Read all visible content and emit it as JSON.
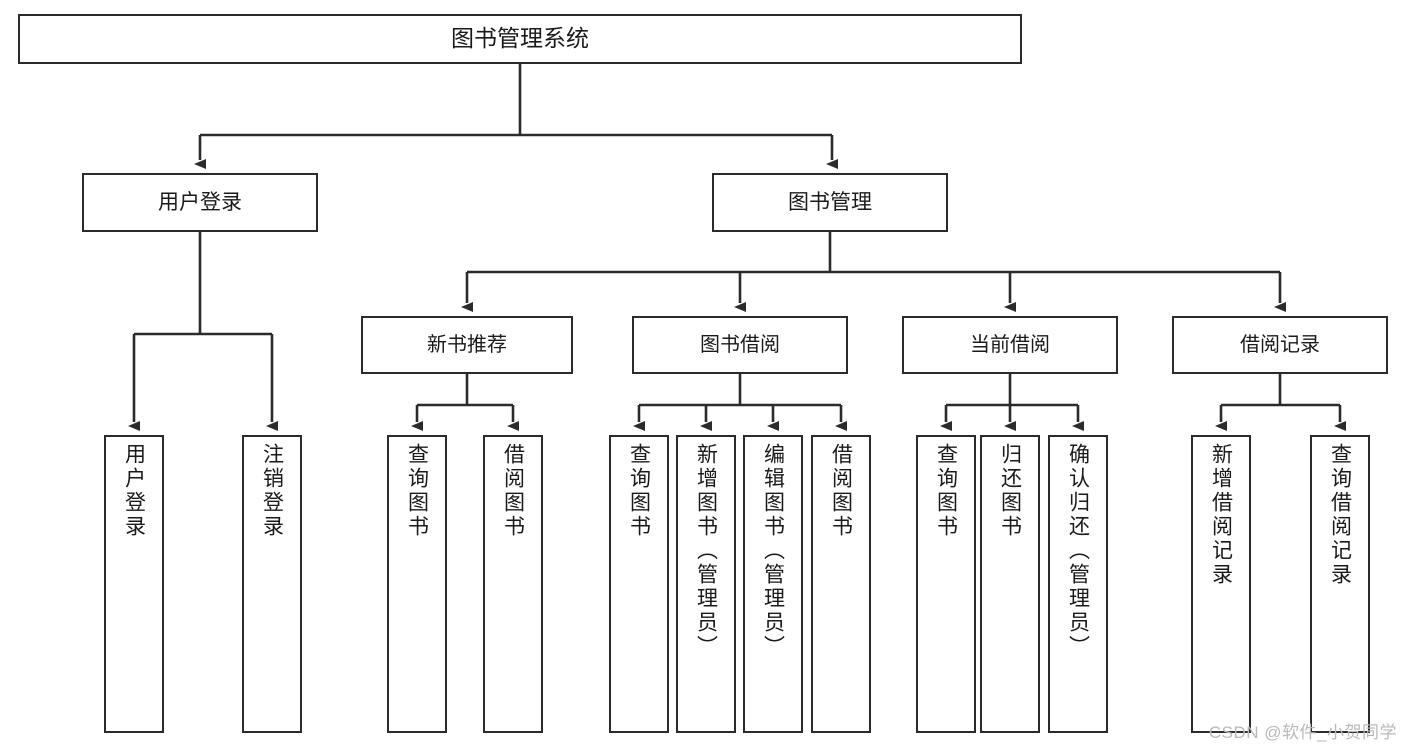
{
  "diagram": {
    "type": "tree-hierarchy-chart",
    "title": "图书管理系统",
    "watermark": "CSDN @软件_小贺同学",
    "colors": {
      "box_border": "#2b2b2b",
      "box_fill": "#ffffff",
      "connector": "#2b2b2b",
      "text": "#1a1a1a",
      "watermark": "#b9b9b9",
      "background": "#ffffff"
    },
    "root": {
      "label": "图书管理系统"
    },
    "level1": [
      {
        "label": "用户登录"
      },
      {
        "label": "图书管理"
      }
    ],
    "level2": [
      {
        "label": "新书推荐"
      },
      {
        "label": "图书借阅"
      },
      {
        "label": "当前借阅"
      },
      {
        "label": "借阅记录"
      }
    ],
    "leaves": {
      "user_login": [
        {
          "label": "用户登录"
        },
        {
          "label": "注销登录"
        }
      ],
      "new_book_recommend": [
        {
          "label": "查询图书"
        },
        {
          "label": "借阅图书"
        }
      ],
      "book_borrow": [
        {
          "label": "查询图书"
        },
        {
          "label": "新增图书（管理员）"
        },
        {
          "label": "编辑图书（管理员）"
        },
        {
          "label": "借阅图书"
        }
      ],
      "current_borrow": [
        {
          "label": "查询图书"
        },
        {
          "label": "归还图书"
        },
        {
          "label": "确认归还（管理员）"
        }
      ],
      "borrow_records": [
        {
          "label": "新增借阅记录"
        },
        {
          "label": "查询借阅记录"
        }
      ]
    }
  }
}
